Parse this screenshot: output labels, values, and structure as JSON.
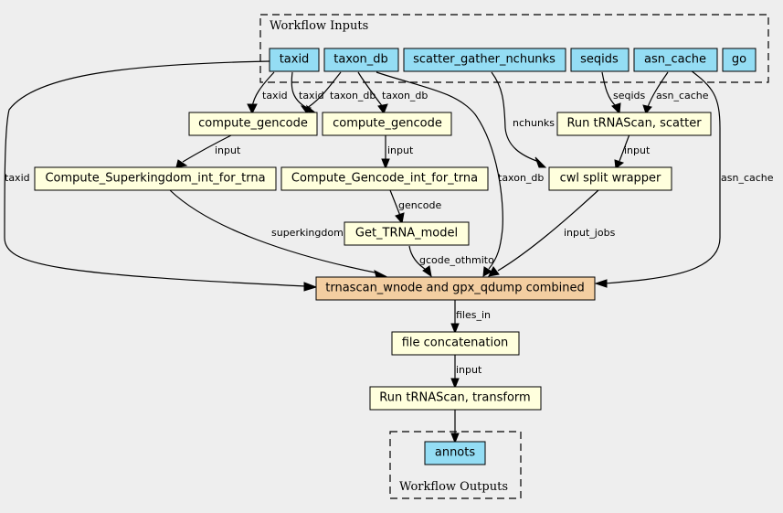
{
  "diagram": {
    "clusters": {
      "inputs": {
        "label": "Workflow Inputs"
      },
      "outputs": {
        "label": "Workflow Outputs"
      }
    },
    "nodes": {
      "taxid": {
        "label": "taxid",
        "kind": "input"
      },
      "taxon_db": {
        "label": "taxon_db",
        "kind": "input"
      },
      "scatter_gather_nchunks": {
        "label": "scatter_gather_nchunks",
        "kind": "input"
      },
      "seqids": {
        "label": "seqids",
        "kind": "input"
      },
      "asn_cache": {
        "label": "asn_cache",
        "kind": "input"
      },
      "go": {
        "label": "go",
        "kind": "input"
      },
      "compute_gencode_1": {
        "label": "compute_gencode",
        "kind": "step"
      },
      "compute_gencode_2": {
        "label": "compute_gencode",
        "kind": "step"
      },
      "run_trnascan_scatter": {
        "label": "Run tRNAScan, scatter",
        "kind": "step"
      },
      "compute_superkingdom": {
        "label": "Compute_Superkingdom_int_for_trna",
        "kind": "step"
      },
      "compute_gencode_int": {
        "label": "Compute_Gencode_int_for_trna",
        "kind": "step"
      },
      "cwl_split_wrapper": {
        "label": "cwl split wrapper",
        "kind": "step"
      },
      "get_trna_model": {
        "label": "Get_TRNA_model",
        "kind": "step"
      },
      "combined": {
        "label": "trnascan_wnode and gpx_qdump combined",
        "kind": "combined"
      },
      "file_concatenation": {
        "label": "file concatenation",
        "kind": "step"
      },
      "run_trnascan_transform": {
        "label": "Run tRNAScan, transform",
        "kind": "step"
      },
      "annots": {
        "label": "annots",
        "kind": "output"
      }
    },
    "edges": [
      {
        "from": "taxid",
        "to": "compute_gencode_1",
        "label": "taxid"
      },
      {
        "from": "taxid",
        "to": "compute_gencode_2",
        "label": "taxid"
      },
      {
        "from": "taxon_db",
        "to": "compute_gencode_1",
        "label": "taxon_db"
      },
      {
        "from": "taxon_db",
        "to": "compute_gencode_2",
        "label": "taxon_db"
      },
      {
        "from": "seqids",
        "to": "run_trnascan_scatter",
        "label": "seqids"
      },
      {
        "from": "asn_cache",
        "to": "run_trnascan_scatter",
        "label": "asn_cache"
      },
      {
        "from": "compute_gencode_1",
        "to": "compute_superkingdom",
        "label": "input"
      },
      {
        "from": "compute_gencode_2",
        "to": "compute_gencode_int",
        "label": "input"
      },
      {
        "from": "scatter_gather_nchunks",
        "to": "cwl_split_wrapper",
        "label": "nchunks"
      },
      {
        "from": "run_trnascan_scatter",
        "to": "cwl_split_wrapper",
        "label": "input"
      },
      {
        "from": "compute_gencode_int",
        "to": "get_trna_model",
        "label": "gencode"
      },
      {
        "from": "taxid",
        "to": "combined",
        "label": "taxid"
      },
      {
        "from": "compute_superkingdom",
        "to": "combined",
        "label": "superkingdom"
      },
      {
        "from": "get_trna_model",
        "to": "combined",
        "label": "gcode_othmito"
      },
      {
        "from": "taxon_db",
        "to": "combined",
        "label": "taxon_db"
      },
      {
        "from": "cwl_split_wrapper",
        "to": "combined",
        "label": "input_jobs"
      },
      {
        "from": "asn_cache",
        "to": "combined",
        "label": "asn_cache"
      },
      {
        "from": "combined",
        "to": "file_concatenation",
        "label": "files_in"
      },
      {
        "from": "file_concatenation",
        "to": "run_trnascan_transform",
        "label": "input"
      },
      {
        "from": "run_trnascan_transform",
        "to": "annots",
        "label": ""
      }
    ]
  }
}
